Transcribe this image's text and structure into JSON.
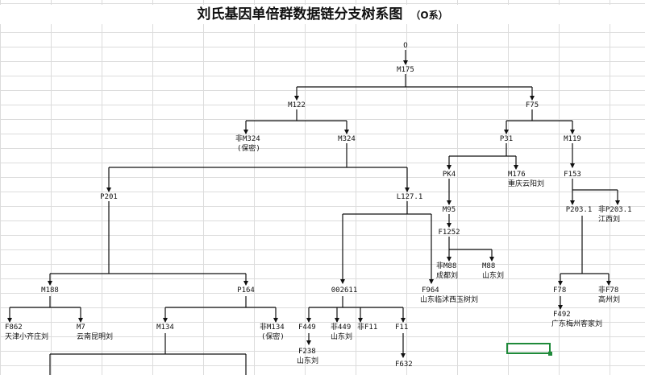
{
  "title": {
    "main": "刘氏基因单倍群数据链分支树系图",
    "sub": "（O系）"
  },
  "nodes": {
    "root": "O",
    "m175": "M175",
    "m122": "M122",
    "f75": "F75",
    "non_m324": "非M324",
    "non_m324_note": "(保密)",
    "m324": "M324",
    "p31": "P31",
    "m119": "M119",
    "p201": "P201",
    "l127": "L127.1",
    "pk4": "PK4",
    "m176": "M176",
    "m176_note": "重庆云阳刘",
    "f153": "F153",
    "m95": "M95",
    "p203": "P203.1",
    "non_p203": "非P203.1",
    "non_p203_note": "江西刘",
    "f1252": "F1252",
    "non_m88": "非M88",
    "non_m88_note": "成都刘",
    "m88": "M88",
    "m88_note": "山东刘",
    "m188": "M188",
    "p164": "P164",
    "n002611": "002611",
    "f964": "F964",
    "f964_note": "山东临沭西玉树刘",
    "f78": "F78",
    "non_f78": "非F78",
    "non_f78_note": "高州刘",
    "f492": "F492",
    "f492_note": "广东梅州客家刘",
    "f862": "F862",
    "f862_note": "天津小齐庄刘",
    "m7": "M7",
    "m7_note": "云南昆明刘",
    "m134": "M134",
    "non_m134": "非M134",
    "non_m134_note": "(保密)",
    "f449": "F449",
    "non_f449": "非449",
    "non_f11": "非F11",
    "non_f449_note": "山东刘",
    "f11": "F11",
    "f238": "F238",
    "f238_note": "山东刘",
    "f632": "F632"
  },
  "colors": {
    "line": "#111111",
    "grid": "#dcdcdc",
    "selection": "#1f8a3a"
  }
}
